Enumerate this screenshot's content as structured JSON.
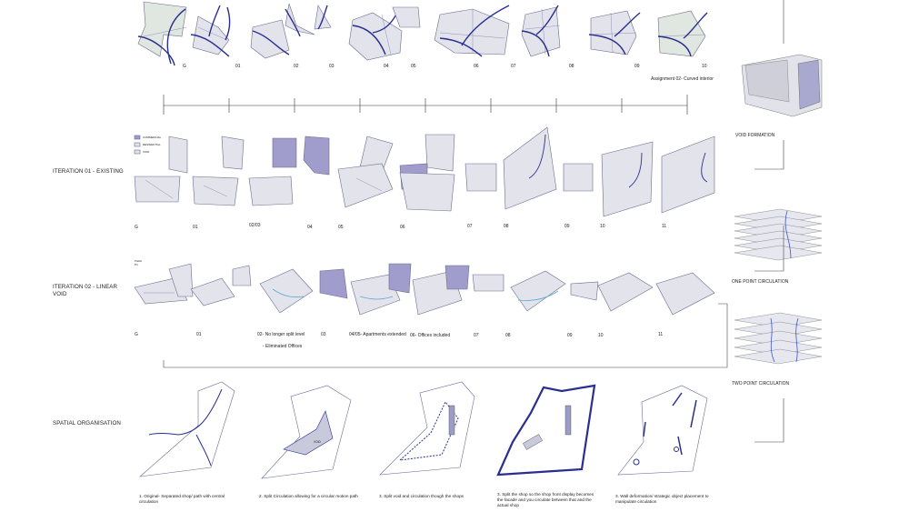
{
  "row_labels": {
    "r0": "G",
    "r1": "01",
    "r2": "02",
    "r3": "03",
    "r4": "04",
    "r5": "05",
    "r6": "06",
    "r7": "07",
    "r8": "08",
    "r9": "09",
    "r10": "10"
  },
  "top": {
    "assignment": "Assignment 02- Curved interior"
  },
  "iteration01": {
    "heading": "ITERATION 01 - EXISTING",
    "legend": [
      "COMMERCIAL",
      "RESIDENTIAL",
      "VOID"
    ],
    "labels": [
      "G",
      "01",
      "02/03",
      "04",
      "05",
      "06",
      "07",
      "08",
      "09",
      "10",
      "11"
    ]
  },
  "iteration02": {
    "heading_line1": "ITERATION 02 - LINEAR",
    "heading_line2": "VOID",
    "legend": [
      "Public",
      "Pri"
    ],
    "labels": {
      "g": "G",
      "l01": "01",
      "l02": "02- No longer split level",
      "l02b": "- Eliminated Offices",
      "l03": "03",
      "l0405": "04/05- Apartments extended",
      "l06": "06- Offices included",
      "l07": "07",
      "l08": "08",
      "l09": "09",
      "l10": "10",
      "l11": "11"
    }
  },
  "spatial": {
    "heading": "SPATIAL ORGANISATION",
    "captions": [
      "1. Original- Separated shop/ path with central circulation",
      "2. Split Circulation allowing for a circular motion path",
      "3. Split void and circulation though the shops",
      "3. Split the shop so the shop front display becomes the facade and you circulate between that and the actual shop",
      "3. Wall deformation/ strategic object placement to manipulate circulation"
    ],
    "void_small": "VOID"
  },
  "right": {
    "void_formation": "VOID FORMATION",
    "one_point": "ONE POINT CIRCULATION",
    "two_point": "TWO POINT CIRCULATION"
  },
  "colors": {
    "accent": "#2a2f8f",
    "fill": "#d9d9e6",
    "fill_dark": "#9c9cc7",
    "line": "#6a6a9a"
  }
}
